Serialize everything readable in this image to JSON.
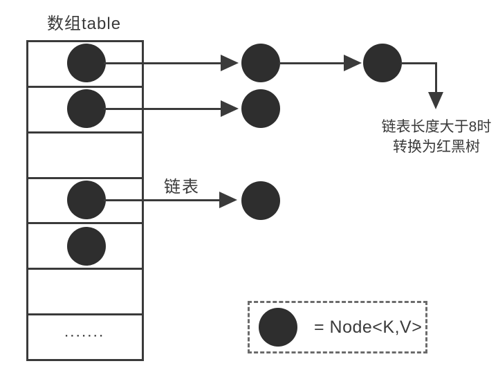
{
  "title": "数组table",
  "colors": {
    "ink": "#3a3a3a",
    "node": "#2e2e2e",
    "legend_border": "#6b6b6b",
    "background": "#ffffff"
  },
  "array": {
    "rows": [
      {
        "index": 0,
        "has_node": true
      },
      {
        "index": 1,
        "has_node": true
      },
      {
        "index": 2,
        "has_node": false
      },
      {
        "index": 3,
        "has_node": true
      },
      {
        "index": 4,
        "has_node": true
      },
      {
        "index": 5,
        "has_node": false
      },
      {
        "index": 6,
        "has_node": false,
        "ellipsis": "·······"
      }
    ]
  },
  "chains": [
    {
      "from_row": 0,
      "nodes": 2,
      "overflow_arrow": true
    },
    {
      "from_row": 1,
      "nodes": 1,
      "overflow_arrow": false
    },
    {
      "from_row": 3,
      "nodes": 1,
      "overflow_arrow": false
    }
  ],
  "labels": {
    "linked_list": "链表"
  },
  "note": {
    "line1": "链表长度大于8时",
    "line2": "转换为红黑树"
  },
  "legend": {
    "text": "= Node<K,V>"
  }
}
